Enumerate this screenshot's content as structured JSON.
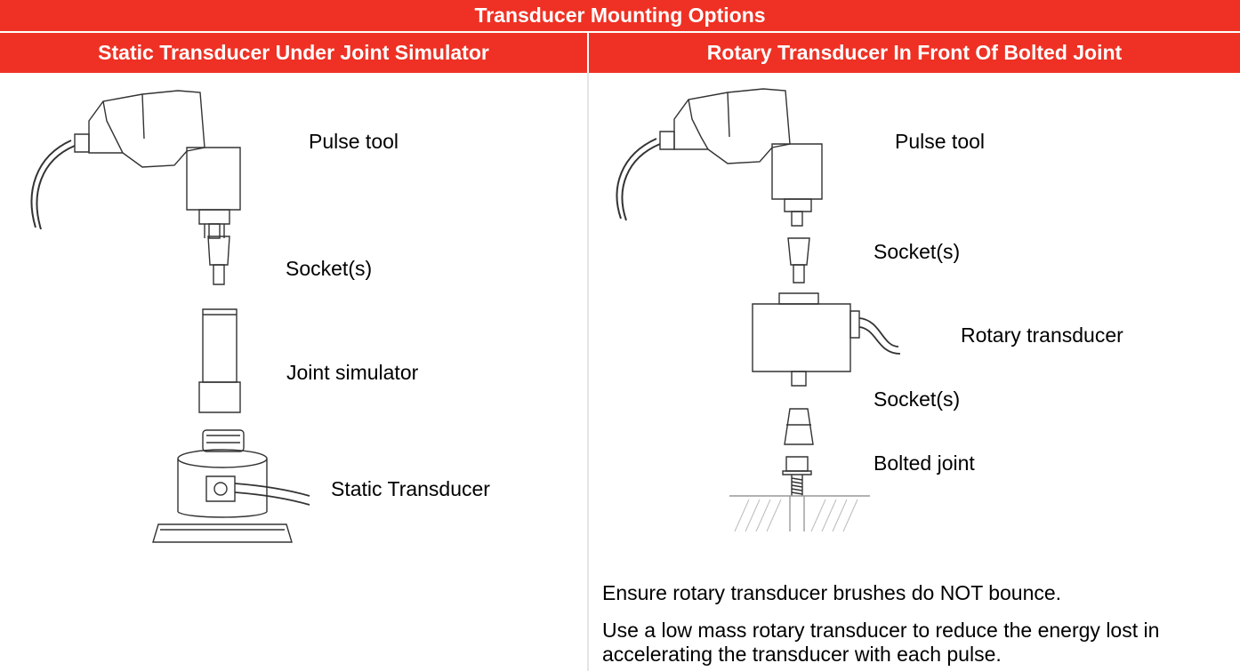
{
  "title": "Transducer Mounting Options",
  "left": {
    "heading": "Static Transducer Under Joint Simulator",
    "labels": {
      "pulse_tool": "Pulse tool",
      "sockets": "Socket(s)",
      "joint_simulator": "Joint simulator",
      "static_transducer": "Static Transducer"
    }
  },
  "right": {
    "heading": "Rotary Transducer In Front Of Bolted Joint",
    "labels": {
      "pulse_tool": "Pulse tool",
      "sockets_top": "Socket(s)",
      "rotary_transducer": "Rotary transducer",
      "sockets_bottom": "Socket(s)",
      "bolted_joint": "Bolted joint"
    },
    "notes": [
      "Ensure rotary transducer brushes do NOT bounce.",
      "Use a low mass rotary transducer to reduce the energy lost in accelerating the transducer with each pulse."
    ]
  },
  "colors": {
    "header_bg": "#ee3124",
    "header_text": "#ffffff",
    "line_art": "#333333"
  }
}
